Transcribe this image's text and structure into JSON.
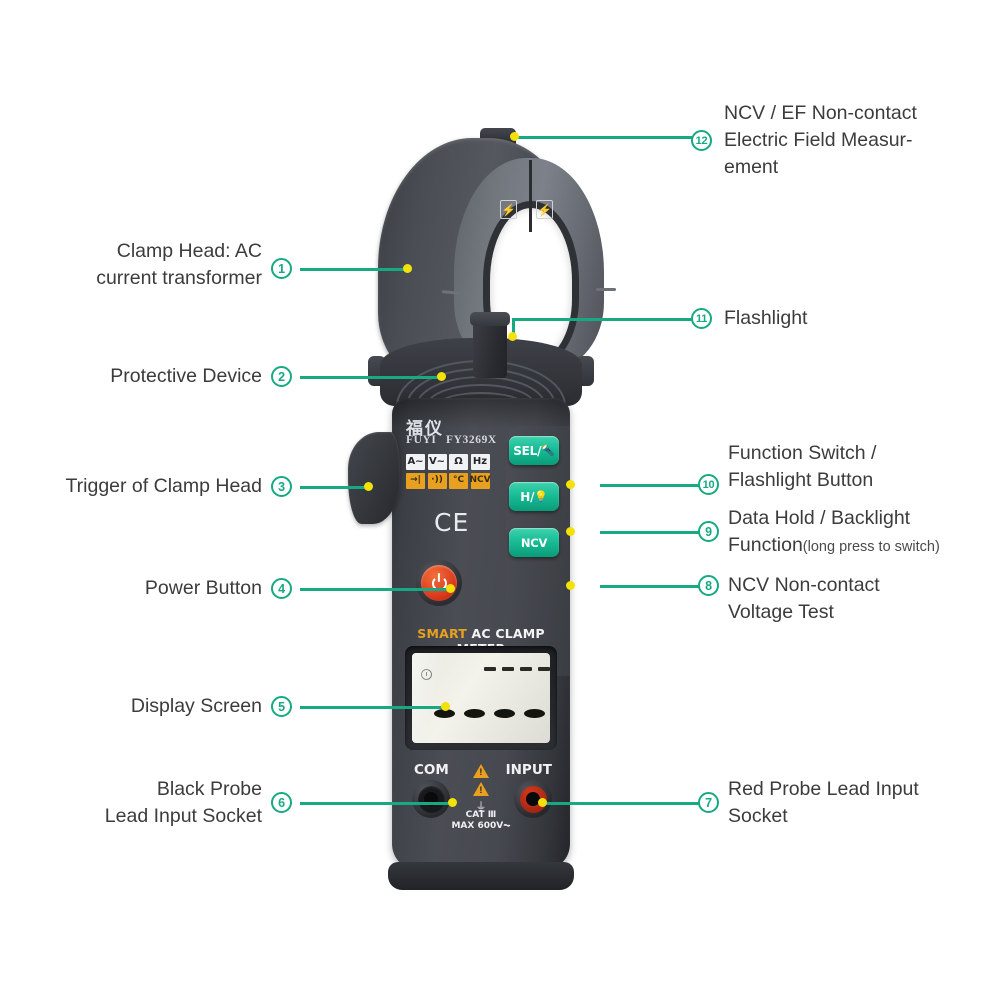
{
  "product": {
    "brand_cn": "福仪",
    "brand_en": "FUYI",
    "model": "FY3269X",
    "banner_smart": "SMART",
    "banner_rest": "AC CLAMP METER",
    "ce_mark": "CE",
    "socket_com_label": "COM",
    "socket_input_label": "INPUT",
    "ground_symbol": "⏚",
    "cat_rating": "CAT Ⅲ",
    "max_voltage": "MAX 600V⏦",
    "function_icons_white": [
      "A~",
      "V~",
      "Ω",
      "Hz"
    ],
    "function_icons_orange": [
      "→|",
      "·))",
      "°C",
      "NCV"
    ],
    "buttons": [
      {
        "name": "select-flashlight-button",
        "label": "SEL/"
      },
      {
        "name": "hold-backlight-button",
        "label": "H/"
      },
      {
        "name": "ncv-button",
        "label": "NCV"
      }
    ]
  },
  "colors": {
    "accent_teal": "#16a982",
    "dot_yellow": "#f5e10a",
    "orange": "#e8a020",
    "power_red": "#d8371c",
    "text": "#3c3c3c"
  },
  "callouts": [
    {
      "num": "1",
      "side": "left",
      "text": "Clamp Head: AC\ncurrent transformer"
    },
    {
      "num": "2",
      "side": "left",
      "text": "Protective Device"
    },
    {
      "num": "3",
      "side": "left",
      "text": "Trigger of Clamp Head"
    },
    {
      "num": "4",
      "side": "left",
      "text": "Power Button"
    },
    {
      "num": "5",
      "side": "left",
      "text": "Display Screen"
    },
    {
      "num": "6",
      "side": "left",
      "text": "Black Probe\nLead Input Socket"
    },
    {
      "num": "7",
      "side": "right",
      "text": "Red Probe Lead Input\nSocket"
    },
    {
      "num": "8",
      "side": "right",
      "text": "NCV Non-contact\nVoltage Test"
    },
    {
      "num": "9",
      "side": "right",
      "text": "Data Hold / Backlight\nFunction",
      "suffix": "(long press to switch)"
    },
    {
      "num": "10",
      "side": "right",
      "text": "Function Switch /\nFlashlight Button"
    },
    {
      "num": "11",
      "side": "right",
      "text": "Flashlight"
    },
    {
      "num": "12",
      "side": "right",
      "text": "NCV / EF Non-contact\nElectric Field Measur-\nement"
    }
  ]
}
